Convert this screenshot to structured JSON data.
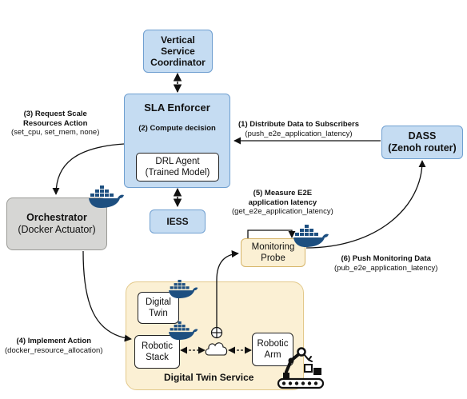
{
  "nodes": {
    "vsc": [
      "Vertical",
      "Service",
      "Coordinator"
    ],
    "sla_enforcer": "SLA Enforcer",
    "compute_decision": "(2) Compute decision",
    "drl_agent": [
      "DRL Agent",
      "(Trained Model)"
    ],
    "iess": "IESS",
    "dass": [
      "DASS",
      "(Zenoh router)"
    ],
    "orchestrator": [
      "Orchestrator",
      "(Docker Actuator)"
    ],
    "monitoring_probe": [
      "Monitoring",
      "Probe"
    ],
    "digital_twin": [
      "Digital",
      "Twin"
    ],
    "robotic_stack": [
      "Robotic",
      "Stack"
    ],
    "robotic_arm": [
      "Robotic",
      "Arm"
    ],
    "dts_title": "Digital Twin Service"
  },
  "edges": {
    "e1_title": "(1) Distribute Data to Subscribers",
    "e1_sub": "(push_e2e_application_latency)",
    "e3_title": [
      "(3) Request Scale",
      "Resources Action"
    ],
    "e3_sub": "(set_cpu, set_mem, none)",
    "e4_title": "(4) Implement Action",
    "e4_sub": "(docker_resource_allocation)",
    "e5_title": [
      "(5) Measure E2E",
      "application latency"
    ],
    "e5_sub": "(get_e2e_application_latency)",
    "e6_title": "(6) Push Monitoring Data",
    "e6_sub": "(pub_e2e_application_latency)"
  },
  "icons": [
    "docker-icon",
    "robot-arm-icon",
    "cloud-icon",
    "junction-icon"
  ],
  "colors": {
    "blue_fill": "#c5dcf2",
    "blue_border": "#6f9fd0",
    "cream_fill": "#fbf0d4",
    "gray_fill": "#d6d6d4",
    "docker_blue": "#1d4f80"
  }
}
